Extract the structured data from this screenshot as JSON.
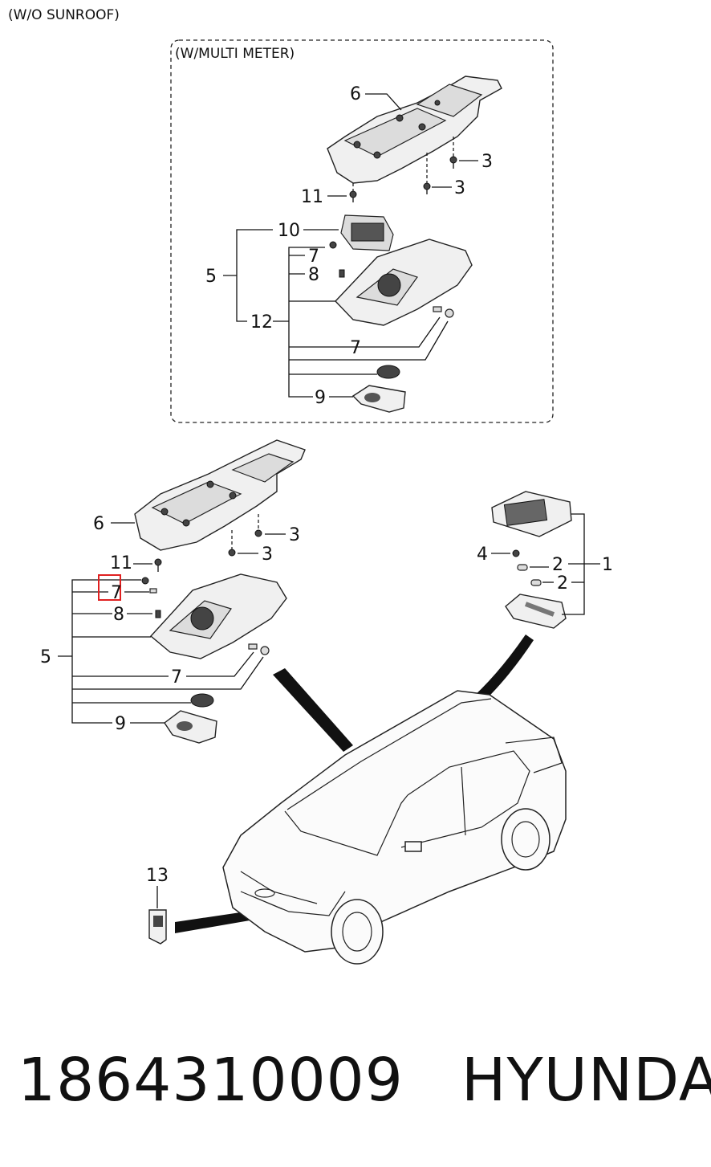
{
  "headers": {
    "variant_no_sunroof": "(W/O SUNROOF)",
    "variant_multi_meter": "(W/MULTI METER)"
  },
  "callouts": {
    "upper": {
      "cover": "6",
      "screw_a": "3",
      "screw_b": "3",
      "bolt": "11",
      "meter": "10",
      "assembly": "5",
      "bulb_a": "7",
      "clip": "8",
      "housing": "12",
      "bulb_b": "7",
      "lens": "9"
    },
    "lower": {
      "cover": "6",
      "screw_a": "3",
      "screw_b": "3",
      "bolt": "11",
      "bulb_a": "7",
      "clip": "8",
      "assembly": "5",
      "bulb_b": "7",
      "lens": "9",
      "screw_c": "4",
      "bulb_c": "2",
      "bulb_d": "2",
      "rear_lamp": "1",
      "connector": "13"
    }
  },
  "caption": {
    "part_number": "1864310009",
    "brand": "HYUNDAI"
  },
  "highlight": {
    "callout": "7",
    "color": "#e02020"
  }
}
